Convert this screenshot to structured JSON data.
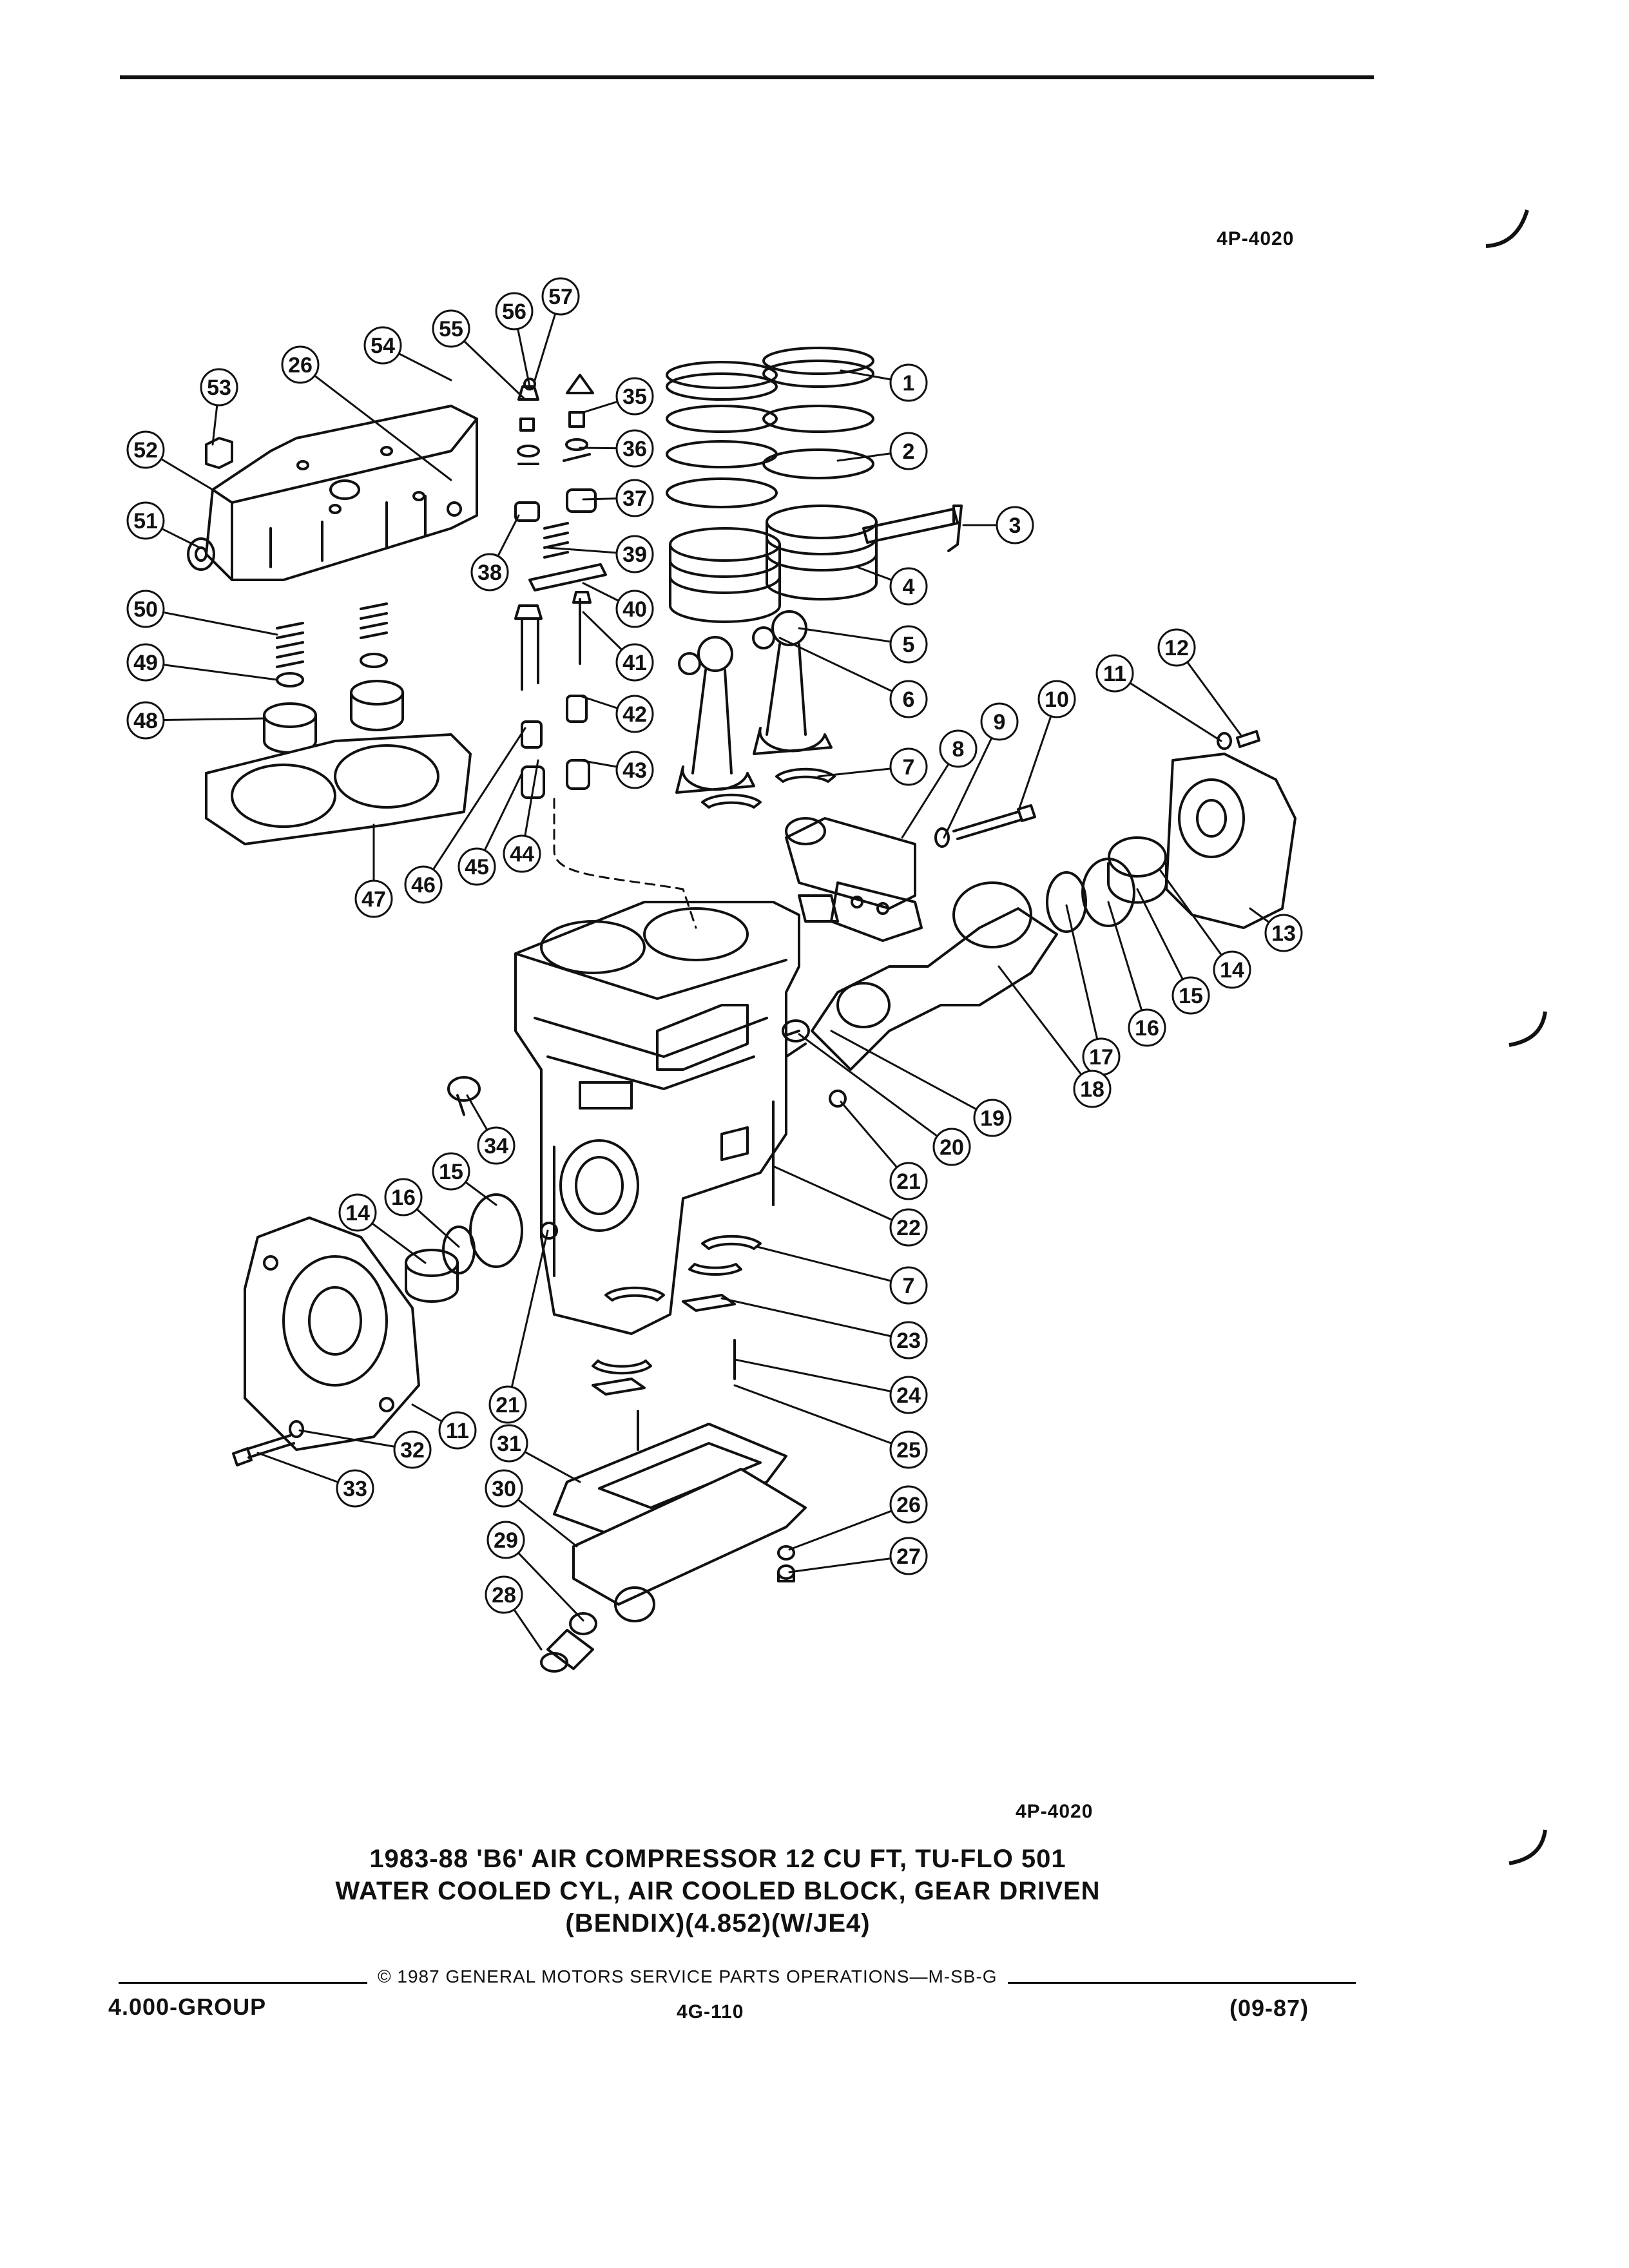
{
  "page": {
    "ref_top": "4P-4020",
    "ref_bottom": "4P-4020",
    "title_lines": [
      "1983-88 'B6' AIR COMPRESSOR 12 CU FT, TU-FLO 501",
      "WATER COOLED CYL, AIR COOLED BLOCK, GEAR DRIVEN",
      "(BENDIX)(4.852)(W/JE4)"
    ],
    "copyright": "© 1987 GENERAL MOTORS SERVICE PARTS OPERATIONS—M-SB-G",
    "group": "4.000-GROUP",
    "page_number": "4G-110",
    "date": "(09-87)"
  },
  "callouts": [
    "1",
    "2",
    "3",
    "4",
    "5",
    "6",
    "7",
    "8",
    "9",
    "10",
    "11",
    "12",
    "13",
    "14",
    "15",
    "16",
    "17",
    "18",
    "19",
    "20",
    "21",
    "22",
    "7",
    "23",
    "24",
    "25",
    "26",
    "27",
    "28",
    "29",
    "30",
    "31",
    "11",
    "32",
    "33",
    "21",
    "14",
    "16",
    "15",
    "34",
    "35",
    "36",
    "37",
    "38",
    "39",
    "40",
    "41",
    "42",
    "43",
    "44",
    "45",
    "46",
    "47",
    "48",
    "49",
    "50",
    "51",
    "52",
    "53",
    "26",
    "54",
    "55",
    "56",
    "57"
  ]
}
